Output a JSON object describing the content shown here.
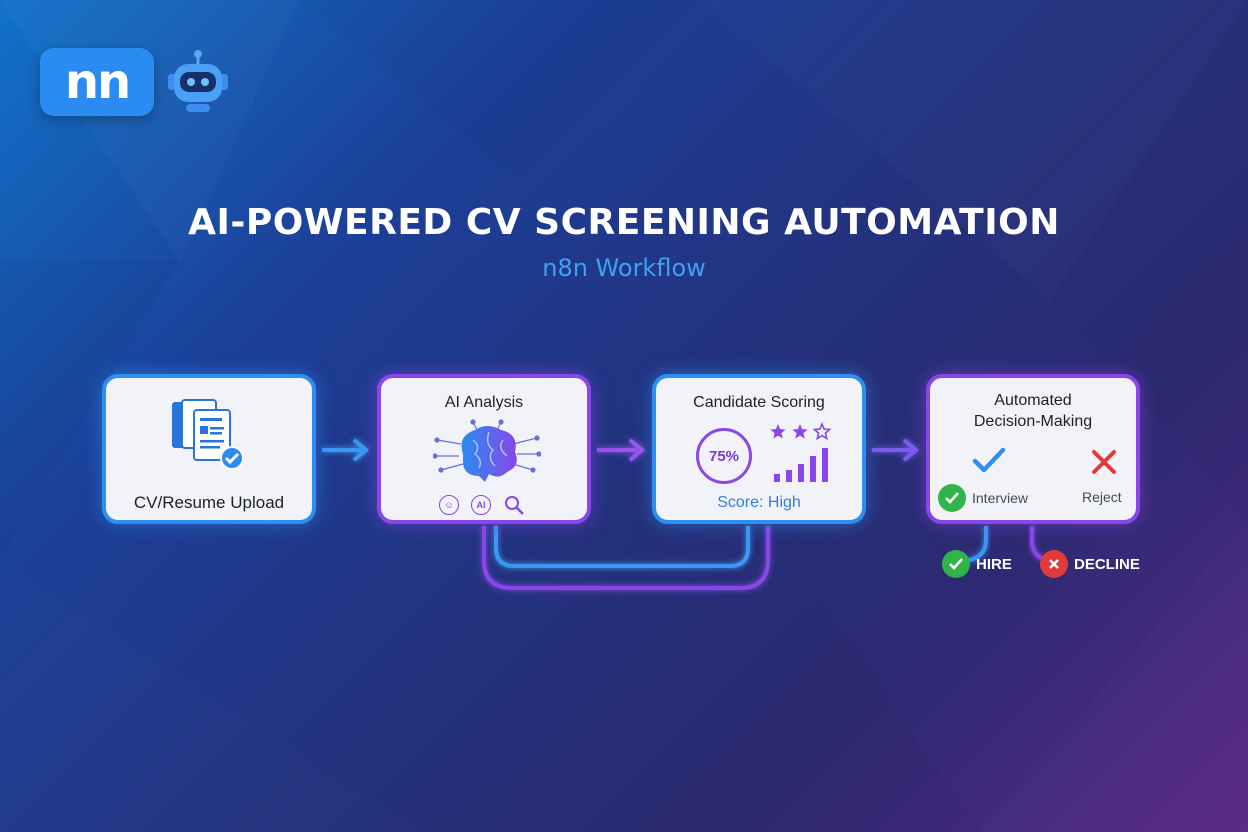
{
  "logo": {
    "text": "nn",
    "robot_icon": "robot-icon"
  },
  "header": {
    "title": "AI-POWERED CV SCREENING AUTOMATION",
    "subtitle": "n8n Workflow"
  },
  "nodes": [
    {
      "id": "upload",
      "label": "CV/Resume Upload",
      "icon": "document-check-icon"
    },
    {
      "id": "analysis",
      "label": "AI Analysis",
      "icon": "brain-circuit-icon",
      "mini_icons": [
        "robot-face-icon",
        "ai-badge-icon",
        "magnifier-icon"
      ],
      "ai_badge": "AI"
    },
    {
      "id": "scoring",
      "label": "Candidate Scoring",
      "percent": "75%",
      "stars_filled": 2,
      "stars_total": 3,
      "score_label": "Score: High"
    },
    {
      "id": "decision",
      "label_line1": "Automated",
      "label_line2": "Decision-Making",
      "interview_label": "Interview",
      "reject_label": "Reject"
    }
  ],
  "outcomes": {
    "hire": "HIRE",
    "decline": "DECLINE"
  },
  "colors": {
    "blue_accent": "#2f8ff0",
    "purple_accent": "#8a46e8",
    "subtitle": "#3ea1f2",
    "green": "#2fb54a",
    "red": "#e03a3a"
  }
}
